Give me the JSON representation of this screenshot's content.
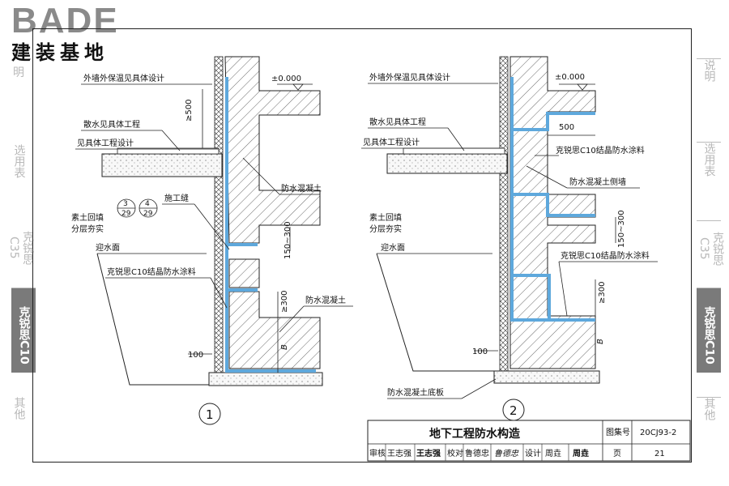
{
  "logo": {
    "en": "BADE",
    "cn": "建装基地"
  },
  "side_tabs": [
    {
      "label": "说明"
    },
    {
      "label": "选用表"
    },
    {
      "label": "克锐思C35"
    },
    {
      "label": "克锐思C10"
    },
    {
      "label": "其他"
    }
  ],
  "left_tabs": [
    {
      "label": "明"
    },
    {
      "label": "选用表"
    },
    {
      "label": "克锐思C35"
    },
    {
      "label": "克锐思C10"
    },
    {
      "label": "其他"
    }
  ],
  "detail1": {
    "number": "1",
    "level": "±0.000",
    "labels": {
      "insulation": "外墙外保温见具体设计",
      "apron": "散水见具体工程",
      "apron_design": "见具体工程设计",
      "construction_joint": "施工缝",
      "backfill_1": "素土回填",
      "backfill_2": "分层夯实",
      "water_face": "迎水面",
      "coating": "克锐思C10结晶防水涂料",
      "concrete_top": "防水混凝土",
      "concrete_bottom": "防水混凝土"
    },
    "dims": {
      "d500": "≥500",
      "d150": "150~300",
      "d300": "≥300",
      "d100": "100",
      "B": "B"
    },
    "refs": [
      {
        "top": "3",
        "bottom": "29"
      },
      {
        "top": "4",
        "bottom": "29"
      }
    ]
  },
  "detail2": {
    "number": "2",
    "level": "±0.000",
    "labels": {
      "insulation": "外墙外保温见具体设计",
      "apron": "散水见具体工程",
      "apron_design": "见具体工程设计",
      "coating_top": "克锐思C10结晶防水涂料",
      "side_wall": "防水混凝土侧墙",
      "backfill_1": "素土回填",
      "backfill_2": "分层夯实",
      "water_face": "迎水面",
      "coating_bottom": "克锐思C10结晶防水涂料",
      "base_slab": "防水混凝土底板"
    },
    "dims": {
      "d500": "500",
      "d150": "150~300",
      "d300": "≥300",
      "d100": "100",
      "B": "B"
    }
  },
  "title_block": {
    "title": "地下工程防水构造",
    "atlas_label": "图集号",
    "atlas_no": "20CJ93-2",
    "review_label": "审核",
    "reviewer": "王志强",
    "reviewer_sig": "王志强",
    "check_label": "校对",
    "checker": "鲁德忠",
    "checker_sig": "鲁德忠",
    "design_label": "设计",
    "designer": "周垚",
    "designer_sig": "周垚",
    "page_label": "页",
    "page_no": "21"
  },
  "colors": {
    "waterproof": "#5ea8dc",
    "hatch": "#555555",
    "frame": "#222222",
    "tab_active": "#7a7a7a"
  }
}
